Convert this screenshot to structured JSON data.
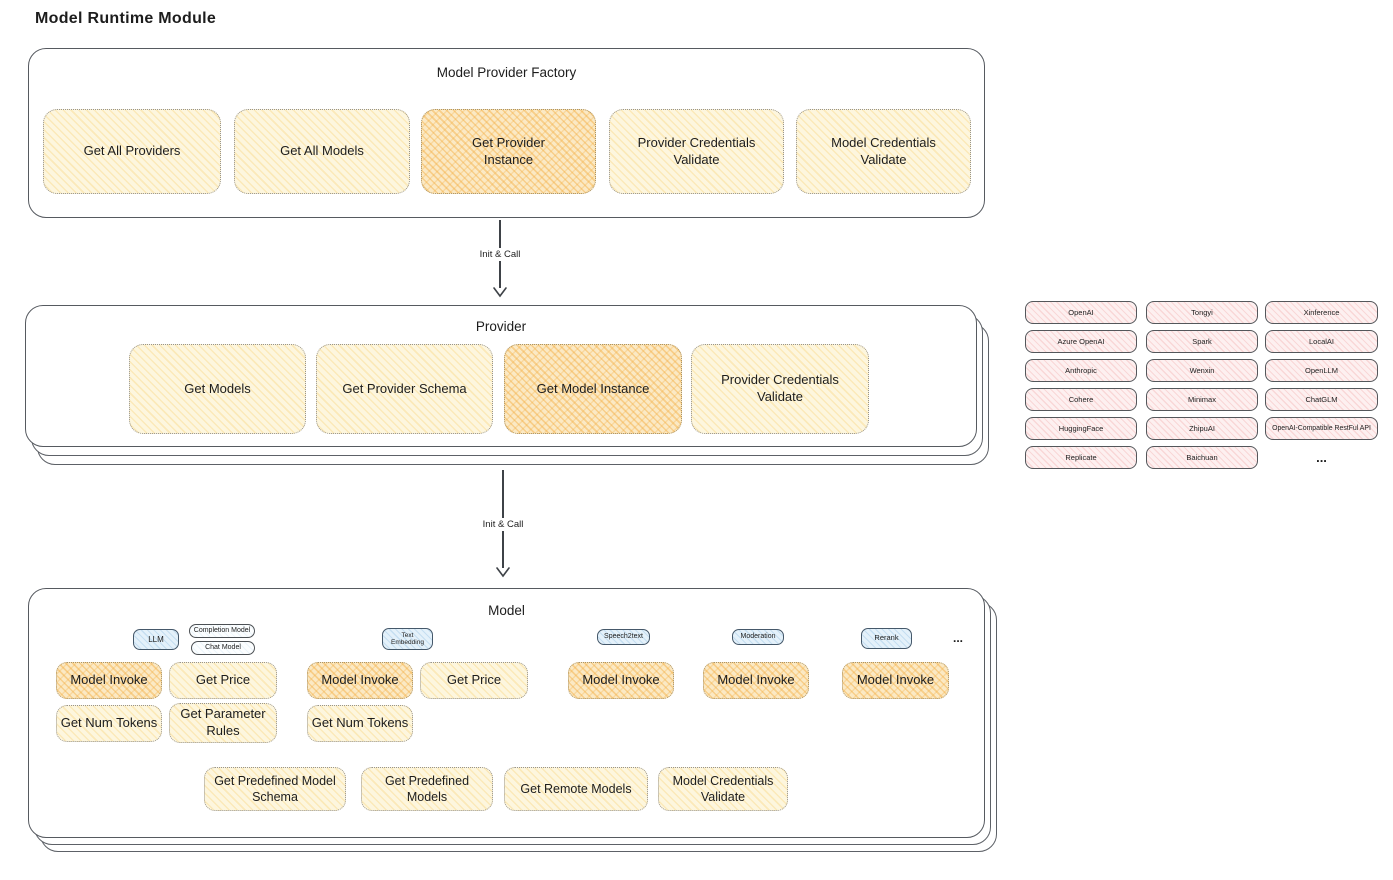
{
  "title": "Model Runtime Module",
  "arrow_label": "Init & Call",
  "colors": {
    "canvas": "#ffffff",
    "stroke": "#565a60",
    "yellow_fill": "#fdf6de",
    "yellow_hatch": "#f6cb62",
    "yellow_highlight_fill": "#fbe9c4",
    "yellow_highlight_hatch": "#f3ad41",
    "pink_fill": "#fdf0f0",
    "pink_hatch": "#ee9696",
    "blue_fill": "#e4f1fa",
    "blue_hatch": "#6eaad7",
    "text": "#1d1d1d"
  },
  "factory": {
    "label": "Model Provider Factory",
    "buttons": [
      {
        "label": "Get All Providers",
        "highlighted": false
      },
      {
        "label": "Get All Models",
        "highlighted": false
      },
      {
        "label": "Get Provider Instance",
        "highlighted": true
      },
      {
        "label": "Provider Credentials Validate",
        "highlighted": false
      },
      {
        "label": "Model Credentials Validate",
        "highlighted": false
      }
    ]
  },
  "provider": {
    "label": "Provider",
    "buttons": [
      {
        "label": "Get Models",
        "highlighted": false
      },
      {
        "label": "Get Provider Schema",
        "highlighted": false
      },
      {
        "label": "Get Model Instance",
        "highlighted": true
      },
      {
        "label": "Provider Credentials Validate",
        "highlighted": false
      }
    ]
  },
  "provider_grid": {
    "items": [
      "OpenAI",
      "Tongyi",
      "Xinference",
      "Azure OpenAI",
      "Spark",
      "LocalAI",
      "Anthropic",
      "Wenxin",
      "OpenLLM",
      "Cohere",
      "Minimax",
      "ChatGLM",
      "HuggingFace",
      "ZhipuAI",
      "OpenAI-Compatible RestFul API",
      "Replicate",
      "Baichuan"
    ],
    "more": "..."
  },
  "model": {
    "label": "Model",
    "tags": {
      "llm": "LLM",
      "completion_model": "Completion Model",
      "chat_model": "Chat Model",
      "text_embedding": "Text Embedding",
      "speech2text": "Speech2text",
      "moderation": "Moderation",
      "rerank": "Rerank",
      "more": "..."
    },
    "ops": {
      "model_invoke": "Model Invoke",
      "get_price": "Get Price",
      "get_num_tokens": "Get Num Tokens",
      "get_parameter_rules": "Get Parameter Rules",
      "get_predefined_model_schema": "Get Predefined Model Schema",
      "get_predefined_models": "Get Predefined Models",
      "get_remote_models": "Get Remote Models",
      "model_credentials_validate": "Model Credentials Validate"
    }
  }
}
